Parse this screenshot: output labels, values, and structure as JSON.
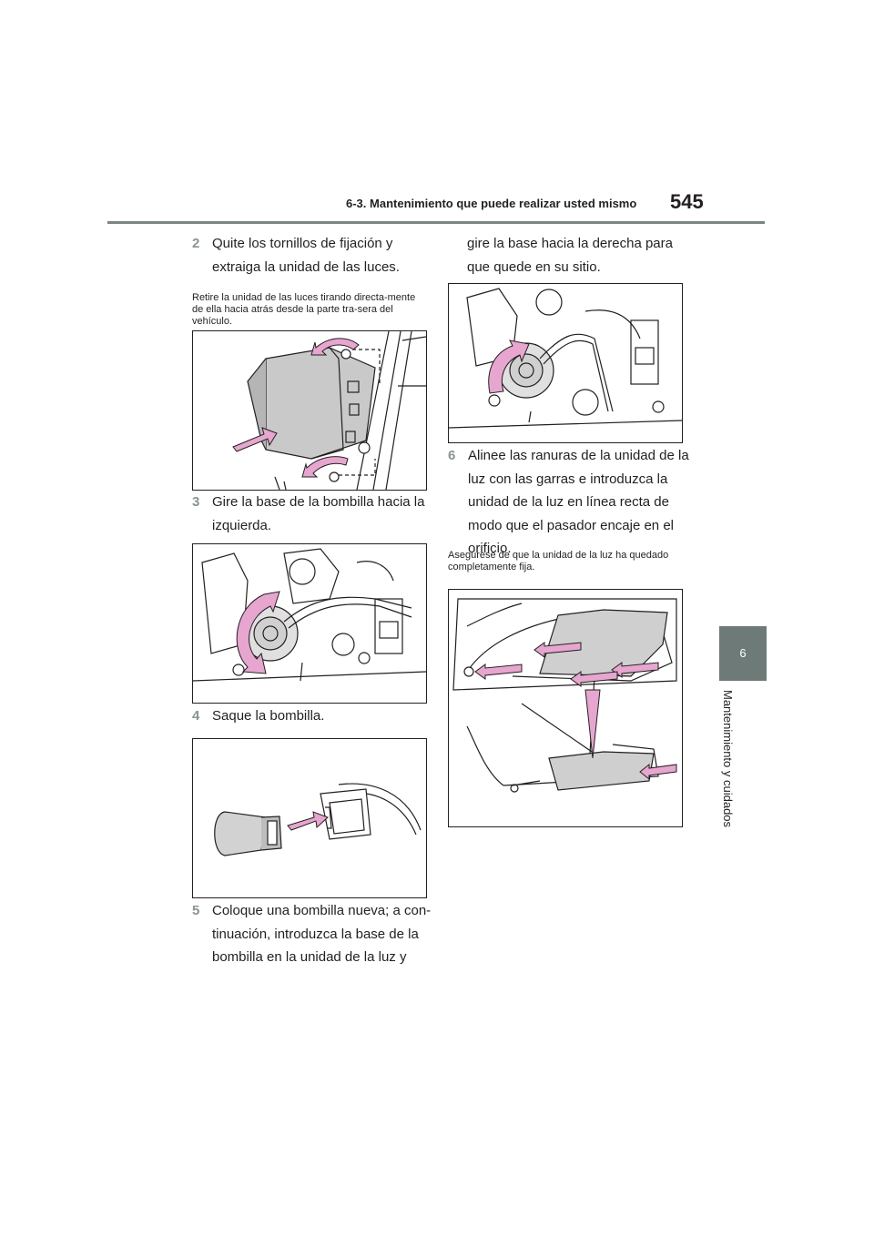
{
  "header": {
    "section": "6-3. Mantenimiento que puede realizar usted mismo",
    "page_number": "545"
  },
  "side_tab": {
    "chapter_number": "6",
    "chapter_title": "Mantenimiento y cuidados"
  },
  "steps": [
    {
      "number": "2",
      "text": "Quite los tornillos de fijación y extraiga la unidad de las luces.",
      "note": "Retire la unidad de las luces tirando directa-mente de ella hacia atrás desde la parte tra-sera del vehículo."
    },
    {
      "number": "3",
      "text": "Gire la base de la bombilla hacia la izquierda."
    },
    {
      "number": "4",
      "text": "Saque la bombilla."
    },
    {
      "number": "5",
      "text": "Coloque una bombilla nueva; a con-tinuación, introduzca la base de la bombilla en la unidad de la luz y",
      "continuation": "gire la base hacia la derecha para que quede en su sitio."
    },
    {
      "number": "6",
      "text": "Alinee las ranuras de la unidad de la luz con las garras e introduzca la unidad de la luz en línea recta de modo que el pasador encaje en el orificio.",
      "note": "Asegúrese de que la unidad de la luz ha quedado completamente fija."
    }
  ],
  "colors": {
    "arrow_pink": "#e6a6cf",
    "accent_gray": "#6e7a78",
    "rule_gray": "#7b8582"
  }
}
